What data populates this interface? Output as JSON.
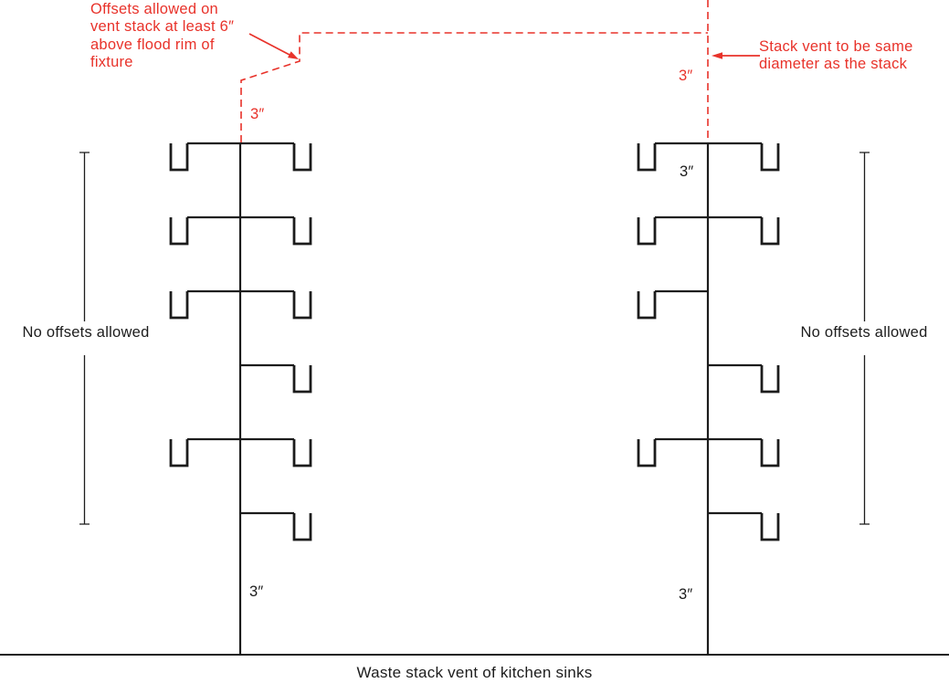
{
  "colors": {
    "red": "#e8322a",
    "black": "#1c1c1c",
    "background": "#ffffff"
  },
  "annotations": {
    "offset_note": "Offsets allowed on\nvent stack at least 6″\nabove flood rim of\nfixture",
    "stack_vent_note": "Stack vent to be same\ndiameter as the stack"
  },
  "labels": {
    "no_offsets_left": "No offsets allowed",
    "no_offsets_right": "No offsets allowed",
    "vent_size_left": "3″",
    "vent_size_right": "3″",
    "stack_size_right_top": "3″",
    "stack_size_left_bottom": "3″",
    "stack_size_right_bottom": "3″"
  },
  "caption": "Waste stack vent of kitchen sinks"
}
